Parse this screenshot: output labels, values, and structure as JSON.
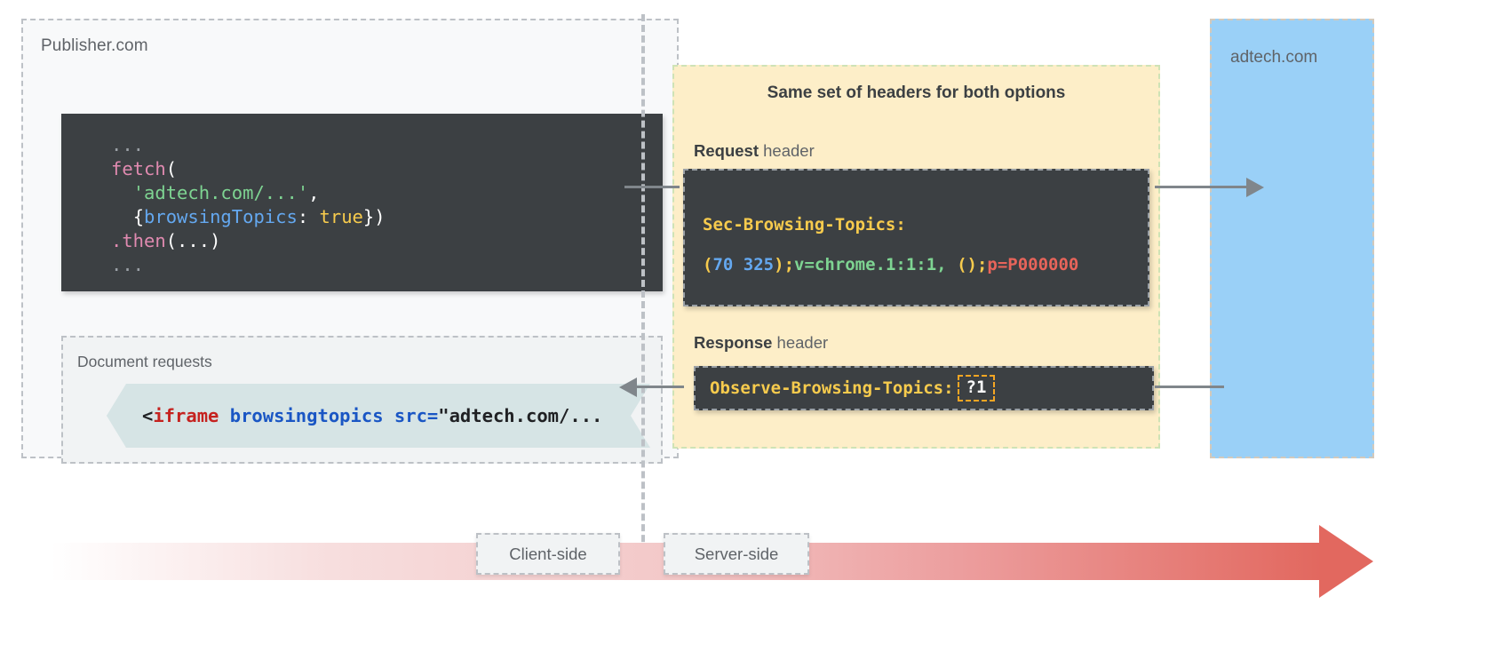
{
  "publisher": {
    "label": "Publisher.com",
    "fetch_code": {
      "dots_top": "...",
      "fn": "fetch",
      "open_paren": "(",
      "url_string": "'adtech.com/...'",
      "comma": ",",
      "obj_open": "{",
      "option_key": "browsingTopics",
      "colon": ": ",
      "option_value": "true",
      "obj_close": "})",
      "then": ".then",
      "then_args": "(...)",
      "dots_bottom": "..."
    },
    "document_requests": {
      "label": "Document requests",
      "snippet_open": "<",
      "snippet_tag": "iframe",
      "snippet_attrs": " browsingtopics src=",
      "snippet_value": "\"adtech.com/..."
    }
  },
  "headers_panel": {
    "title": "Same set of headers for both options",
    "request_label_bold": "Request",
    "request_label_rest": " header",
    "response_label_bold": "Response",
    "response_label_rest": " header",
    "request_header_name": "Sec-Browsing-Topics:",
    "request_header_value": {
      "open_paren": "(",
      "topic_1": "70",
      "space": " ",
      "topic_2": "325",
      "close_paren": ")",
      "semi_1": ";",
      "version": "v=chrome.1:1:1, ",
      "empty_parens": "()",
      "semi_2": ";",
      "config": "p=P000000",
      "full": "(70 325);v=chrome.1:1:1, ();p=P000000"
    },
    "response_header_name": "Observe-Browsing-Topics:",
    "response_header_value": "?1"
  },
  "adtech": {
    "label": "adtech.com"
  },
  "timeline": {
    "client_side": "Client-side",
    "server_side": "Server-side"
  },
  "colors": {
    "panel_yellow": "#fdeec8",
    "panel_blue": "#9ad0f7",
    "code_dark": "#3c4043",
    "chevron_teal": "#d6e4e5",
    "timeline_red": "#e2685f",
    "accent_orange": "#f6a623",
    "header_yellow_text": "#f7cb4d"
  }
}
